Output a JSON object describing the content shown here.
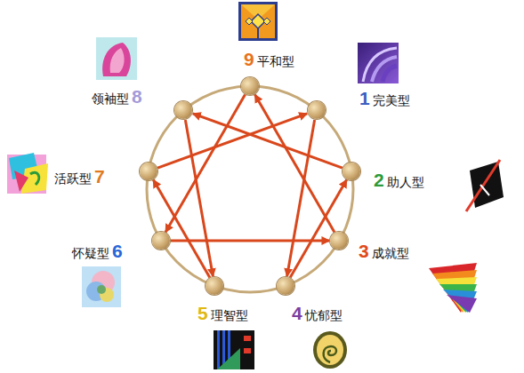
{
  "diagram": {
    "nodes": [
      {
        "text": [
          "1",
          "完美型"
        ]
      },
      {
        "text": [
          "2",
          "助人型"
        ]
      },
      {
        "text": [
          "3",
          "成就型"
        ]
      },
      {
        "text": [
          "4",
          "忧郁型"
        ]
      },
      {
        "text": [
          "5",
          "理智型"
        ]
      },
      {
        "text": [
          "6",
          "怀疑型"
        ]
      },
      {
        "text": [
          "7",
          "活跃型"
        ]
      },
      {
        "text": [
          "8",
          "领袖型"
        ]
      },
      {
        "text": [
          "9",
          "平和型"
        ]
      }
    ],
    "edges": [
      {
        "from": 0,
        "to": 3,
        "arrow": "to"
      },
      {
        "from": 3,
        "to": 1,
        "arrow": "to"
      },
      {
        "from": 1,
        "to": 7,
        "arrow": "to"
      },
      {
        "from": 7,
        "to": 4,
        "arrow": "to"
      },
      {
        "from": 4,
        "to": 6,
        "arrow": "to"
      },
      {
        "from": 6,
        "to": 0,
        "arrow": "to"
      },
      {
        "from": 8,
        "to": 5,
        "arrow": "to"
      },
      {
        "from": 5,
        "to": 2,
        "arrow": "to"
      },
      {
        "from": 2,
        "to": 8,
        "arrow": "to"
      }
    ]
  }
}
